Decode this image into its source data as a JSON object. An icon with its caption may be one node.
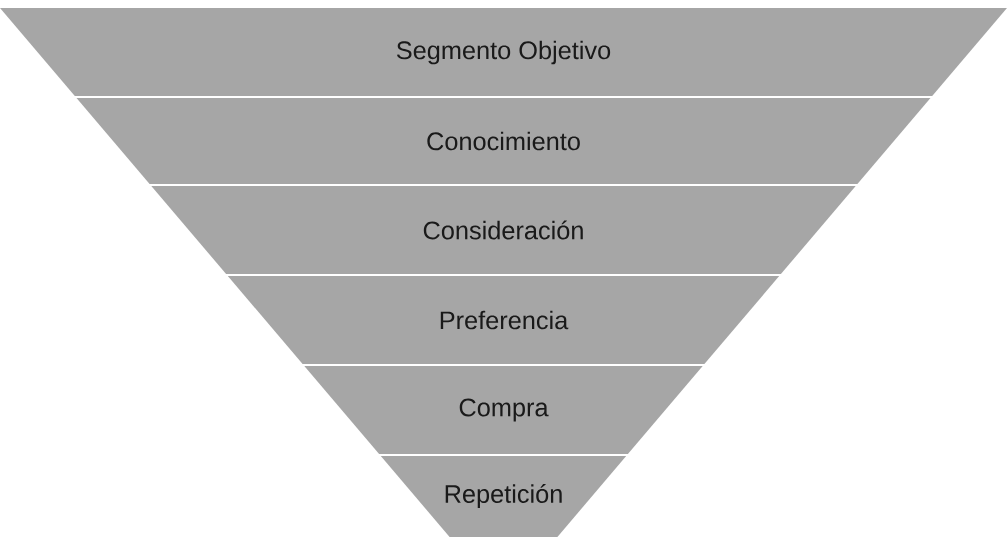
{
  "diagram": {
    "nodes": [
      {
        "text": [
          "Segmento Objetivo"
        ]
      },
      {
        "text": [
          "Conocimiento"
        ]
      },
      {
        "text": [
          "Consideración"
        ]
      },
      {
        "text": [
          "Preferencia"
        ]
      },
      {
        "text": [
          "Compra"
        ]
      },
      {
        "text": [
          "Repetición"
        ]
      }
    ]
  }
}
